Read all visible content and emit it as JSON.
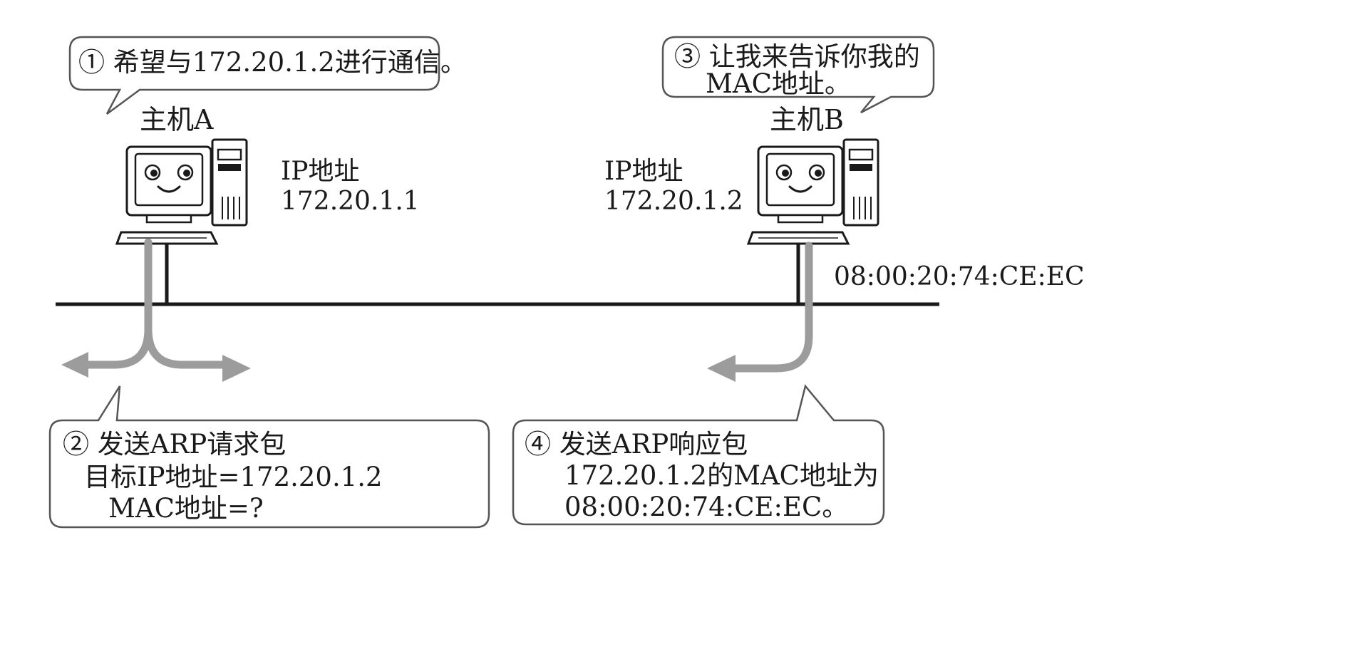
{
  "bubbles": {
    "b1": {
      "line1": "① 希望与172.20.1.2进行通信。"
    },
    "b2": {
      "line1": "② 发送ARP请求包",
      "line2": "目标IP地址=172.20.1.2",
      "line3": "MAC地址=?"
    },
    "b3": {
      "line1": "③ 让我来告诉你我的",
      "line2": "MAC地址。"
    },
    "b4": {
      "line1": "④ 发送ARP响应包",
      "line2": "172.20.1.2的MAC地址为",
      "line3": "08:00:20:74:CE:EC。"
    }
  },
  "hosts": {
    "a": {
      "name": "主机A",
      "ip_label": "IP地址",
      "ip": "172.20.1.1"
    },
    "b": {
      "name": "主机B",
      "ip_label": "IP地址",
      "ip": "172.20.1.2",
      "mac": "08:00:20:74:CE:EC"
    }
  },
  "colors": {
    "line": "#1a1a1a",
    "arrow": "#9c9c9c",
    "bubble_border": "#555555"
  }
}
